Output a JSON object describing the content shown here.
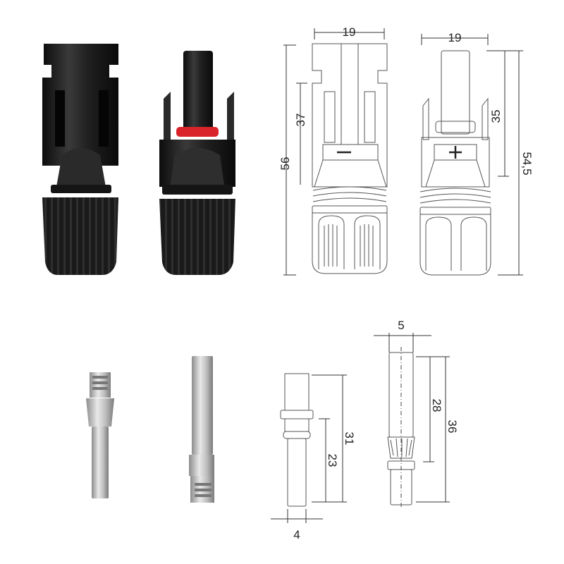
{
  "product": {
    "photo_connectors": [
      "male-connector",
      "female-connector"
    ],
    "photo_contacts": [
      "male-contact-pin",
      "female-contact-socket"
    ]
  },
  "drawings": {
    "female_housing": {
      "width": "19",
      "length": "56",
      "inner": "37",
      "polarity": "−"
    },
    "male_housing": {
      "width": "19",
      "length": "54,5",
      "inner": "35",
      "polarity": "+"
    },
    "pin_contact": {
      "total": "31",
      "partial": "23",
      "diameter": "4"
    },
    "socket_contact": {
      "width": "5",
      "partial": "28",
      "total": "36"
    }
  },
  "colors": {
    "body": "#1c1c1c",
    "seal": "#d8242a",
    "metal": "#c9c9c9",
    "line": "#555555"
  }
}
